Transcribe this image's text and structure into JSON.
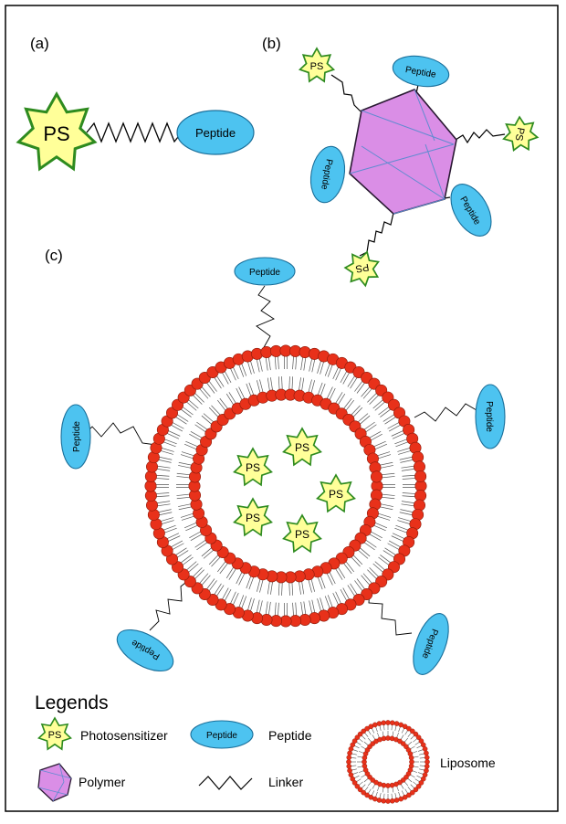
{
  "panels": {
    "a": "(a)",
    "b": "(b)",
    "c": "(c)"
  },
  "labels": {
    "ps": "PS",
    "peptide": "Peptide"
  },
  "legend": {
    "title": "Legends",
    "photosensitizer": "Photosensitizer",
    "peptide": "Peptide",
    "liposome": "Liposome",
    "polymer": "Polymer",
    "linker": "Linker"
  },
  "colors": {
    "ps_fill": "#ffff99",
    "ps_stroke": "#2e8b1f",
    "peptide_fill": "#4dc3f0",
    "peptide_stroke": "#1a6f9a",
    "polymer_fill": "#da8ee6",
    "polymer_stroke": "#2a1a33",
    "polymer_lines": "#5f8bd0",
    "lipid_head": "#e8311a",
    "lipid_head_stroke": "#8a1a0a",
    "lipid_tail": "#555555"
  },
  "icons": [
    "ps-star-icon",
    "peptide-ellipse-icon",
    "polymer-hexagon-icon",
    "linker-zigzag-icon",
    "liposome-icon"
  ]
}
